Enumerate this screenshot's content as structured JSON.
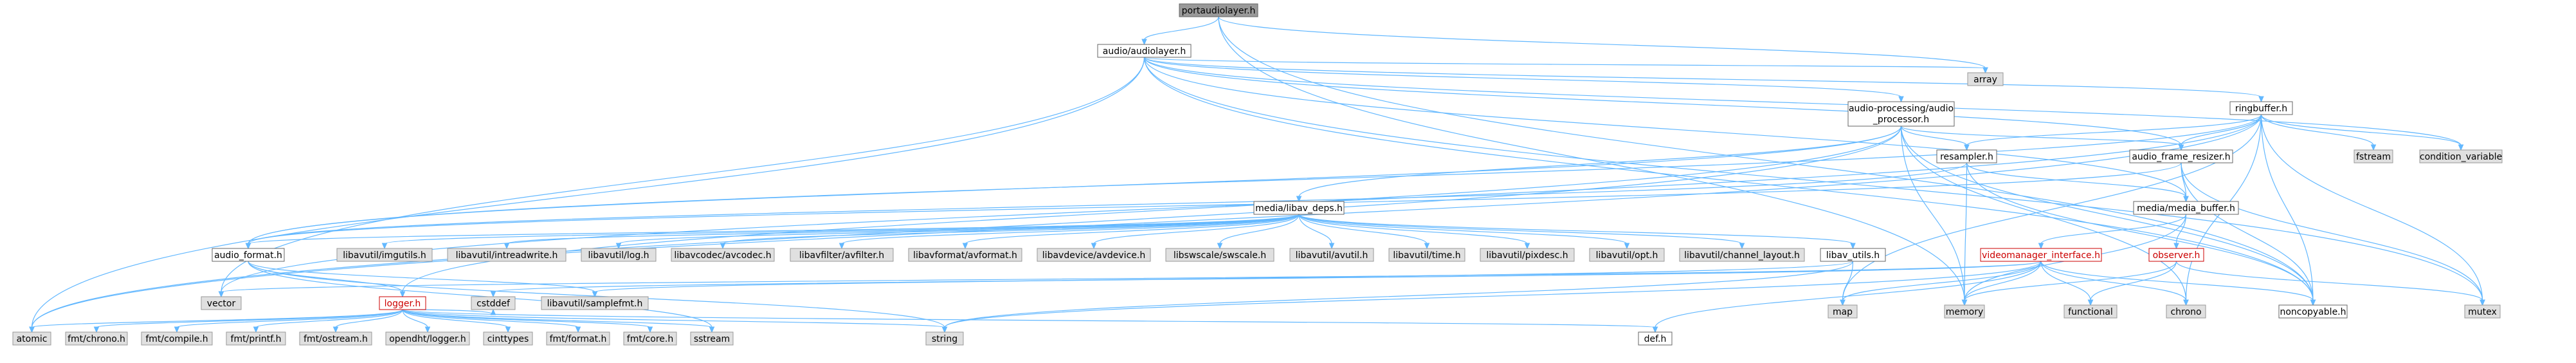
{
  "diagram": {
    "nodes": [
      {
        "id": "portaudiolayer",
        "label": "portaudiolayer.h",
        "style": "root"
      },
      {
        "id": "audiolayer",
        "label": "audio/audiolayer.h",
        "style": "int"
      },
      {
        "id": "array",
        "label": "array",
        "style": "ext"
      },
      {
        "id": "memory",
        "label": "memory",
        "style": "ext"
      },
      {
        "id": "noncopyable",
        "label": "noncopyable.h",
        "style": "int"
      },
      {
        "id": "ringbuffer",
        "label": "ringbuffer.h",
        "style": "int"
      },
      {
        "id": "audioproc",
        "label": "audio-processing/audio_processor.h",
        "style": "int"
      },
      {
        "id": "atomic",
        "label": "atomic",
        "style": "ext"
      },
      {
        "id": "condvar",
        "label": "condition_variable",
        "style": "ext"
      },
      {
        "id": "mutex",
        "label": "mutex",
        "style": "ext"
      },
      {
        "id": "vector",
        "label": "vector",
        "style": "ext"
      },
      {
        "id": "fstream",
        "label": "fstream",
        "style": "ext"
      },
      {
        "id": "resizer",
        "label": "audio_frame_resizer.h",
        "style": "int"
      },
      {
        "id": "resampler",
        "label": "resampler.h",
        "style": "int"
      },
      {
        "id": "libav_deps",
        "label": "media/libav_deps.h",
        "style": "int"
      },
      {
        "id": "media_buffer",
        "label": "media/media_buffer.h",
        "style": "int"
      },
      {
        "id": "chrono",
        "label": "chrono",
        "style": "ext"
      },
      {
        "id": "functional",
        "label": "functional",
        "style": "ext"
      },
      {
        "id": "audio_format",
        "label": "audio_format.h",
        "style": "int"
      },
      {
        "id": "imgutils",
        "label": "libavutil/imgutils.h",
        "style": "ext"
      },
      {
        "id": "intreadwrite",
        "label": "libavutil/intreadwrite.h",
        "style": "ext"
      },
      {
        "id": "log",
        "label": "libavutil/log.h",
        "style": "ext"
      },
      {
        "id": "avcodec",
        "label": "libavcodec/avcodec.h",
        "style": "ext"
      },
      {
        "id": "avfilter",
        "label": "libavfilter/avfilter.h",
        "style": "ext"
      },
      {
        "id": "avformat",
        "label": "libavformat/avformat.h",
        "style": "ext"
      },
      {
        "id": "avdevice",
        "label": "libavdevice/avdevice.h",
        "style": "ext"
      },
      {
        "id": "swscale",
        "label": "libswscale/swscale.h",
        "style": "ext"
      },
      {
        "id": "avutil",
        "label": "libavutil/avutil.h",
        "style": "ext"
      },
      {
        "id": "time",
        "label": "libavutil/time.h",
        "style": "ext"
      },
      {
        "id": "pixdesc",
        "label": "libavutil/pixdesc.h",
        "style": "ext"
      },
      {
        "id": "opt",
        "label": "libavutil/opt.h",
        "style": "ext"
      },
      {
        "id": "channel_layout",
        "label": "libavutil/channel_layout.h",
        "style": "ext"
      },
      {
        "id": "libav_utils",
        "label": "libav_utils.h",
        "style": "int"
      },
      {
        "id": "videomanager",
        "label": "videomanager_interface.h",
        "style": "red"
      },
      {
        "id": "observer",
        "label": "observer.h",
        "style": "red"
      },
      {
        "id": "logger",
        "label": "logger.h",
        "style": "red"
      },
      {
        "id": "cstddef",
        "label": "cstddef",
        "style": "ext"
      },
      {
        "id": "samplefmt",
        "label": "libavutil/samplefmt.h",
        "style": "ext"
      },
      {
        "id": "map",
        "label": "map",
        "style": "ext"
      },
      {
        "id": "string",
        "label": "string",
        "style": "ext"
      },
      {
        "id": "def",
        "label": "def.h",
        "style": "int"
      },
      {
        "id": "fmt_chrono",
        "label": "fmt/chrono.h",
        "style": "ext"
      },
      {
        "id": "fmt_compile",
        "label": "fmt/compile.h",
        "style": "ext"
      },
      {
        "id": "fmt_printf",
        "label": "fmt/printf.h",
        "style": "ext"
      },
      {
        "id": "fmt_ostream",
        "label": "fmt/ostream.h",
        "style": "ext"
      },
      {
        "id": "opendht_logger",
        "label": "opendht/logger.h",
        "style": "ext"
      },
      {
        "id": "cinttypes",
        "label": "cinttypes",
        "style": "ext"
      },
      {
        "id": "fmt_format",
        "label": "fmt/format.h",
        "style": "ext"
      },
      {
        "id": "fmt_core",
        "label": "fmt/core.h",
        "style": "ext"
      },
      {
        "id": "sstream",
        "label": "sstream",
        "style": "ext"
      }
    ],
    "edges": [
      [
        "portaudiolayer",
        "audiolayer"
      ],
      [
        "portaudiolayer",
        "array"
      ],
      [
        "portaudiolayer",
        "memory"
      ],
      [
        "portaudiolayer",
        "noncopyable"
      ],
      [
        "audiolayer",
        "ringbuffer"
      ],
      [
        "audiolayer",
        "audioproc"
      ],
      [
        "audiolayer",
        "atomic"
      ],
      [
        "audiolayer",
        "condvar"
      ],
      [
        "audiolayer",
        "mutex"
      ],
      [
        "audiolayer",
        "vector"
      ],
      [
        "audiolayer",
        "array"
      ],
      [
        "audiolayer",
        "resizer"
      ],
      [
        "audiolayer",
        "media_buffer"
      ],
      [
        "audiolayer",
        "noncopyable"
      ],
      [
        "ringbuffer",
        "audio_format"
      ],
      [
        "ringbuffer",
        "resizer"
      ],
      [
        "ringbuffer",
        "resampler"
      ],
      [
        "ringbuffer",
        "atomic"
      ],
      [
        "ringbuffer",
        "condvar"
      ],
      [
        "ringbuffer",
        "mutex"
      ],
      [
        "ringbuffer",
        "chrono"
      ],
      [
        "ringbuffer",
        "map"
      ],
      [
        "ringbuffer",
        "vector"
      ],
      [
        "ringbuffer",
        "fstream"
      ],
      [
        "ringbuffer",
        "noncopyable"
      ],
      [
        "audioproc",
        "noncopyable"
      ],
      [
        "audioproc",
        "resizer"
      ],
      [
        "audioproc",
        "resampler"
      ],
      [
        "audioproc",
        "audio_format"
      ],
      [
        "audioproc",
        "libav_deps"
      ],
      [
        "audioproc",
        "atomic"
      ],
      [
        "audioproc",
        "memory"
      ],
      [
        "audioproc",
        "logger"
      ],
      [
        "audioproc",
        "chrono"
      ],
      [
        "resizer",
        "audio_format"
      ],
      [
        "resizer",
        "media_buffer"
      ],
      [
        "resizer",
        "noncopyable"
      ],
      [
        "resizer",
        "mutex"
      ],
      [
        "resampler",
        "audio_format"
      ],
      [
        "resampler",
        "media_buffer"
      ],
      [
        "resampler",
        "noncopyable"
      ],
      [
        "resampler",
        "memory"
      ],
      [
        "libav_deps",
        "imgutils"
      ],
      [
        "libav_deps",
        "intreadwrite"
      ],
      [
        "libav_deps",
        "log"
      ],
      [
        "libav_deps",
        "avcodec"
      ],
      [
        "libav_deps",
        "avfilter"
      ],
      [
        "libav_deps",
        "avformat"
      ],
      [
        "libav_deps",
        "avdevice"
      ],
      [
        "libav_deps",
        "swscale"
      ],
      [
        "libav_deps",
        "avutil"
      ],
      [
        "libav_deps",
        "time"
      ],
      [
        "libav_deps",
        "pixdesc"
      ],
      [
        "libav_deps",
        "opt"
      ],
      [
        "libav_deps",
        "channel_layout"
      ],
      [
        "libav_deps",
        "libav_utils"
      ],
      [
        "libav_deps",
        "audio_format"
      ],
      [
        "media_buffer",
        "videomanager"
      ],
      [
        "media_buffer",
        "observer"
      ],
      [
        "media_buffer",
        "memory"
      ],
      [
        "videomanager",
        "map"
      ],
      [
        "videomanager",
        "memory"
      ],
      [
        "videomanager",
        "string"
      ],
      [
        "videomanager",
        "vector"
      ],
      [
        "videomanager",
        "functional"
      ],
      [
        "videomanager",
        "chrono"
      ],
      [
        "videomanager",
        "cstddef"
      ],
      [
        "videomanager",
        "def"
      ],
      [
        "videomanager",
        "noncopyable"
      ],
      [
        "observer",
        "mutex"
      ],
      [
        "observer",
        "functional"
      ],
      [
        "observer",
        "memory"
      ],
      [
        "audio_format",
        "samplefmt"
      ],
      [
        "audio_format",
        "logger"
      ],
      [
        "audio_format",
        "string"
      ],
      [
        "audio_format",
        "sstream"
      ],
      [
        "libav_utils",
        "samplefmt"
      ],
      [
        "libav_utils",
        "map"
      ],
      [
        "libav_utils",
        "string"
      ],
      [
        "logger",
        "cinttypes"
      ],
      [
        "logger",
        "cstddef"
      ],
      [
        "logger",
        "fmt_core"
      ],
      [
        "logger",
        "fmt_format"
      ],
      [
        "logger",
        "fmt_compile"
      ],
      [
        "logger",
        "fmt_chrono"
      ],
      [
        "logger",
        "fmt_printf"
      ],
      [
        "logger",
        "fmt_ostream"
      ],
      [
        "logger",
        "opendht_logger"
      ],
      [
        "logger",
        "sstream"
      ],
      [
        "logger",
        "string"
      ],
      [
        "logger",
        "def"
      ],
      [
        "logger",
        "atomic"
      ]
    ]
  }
}
